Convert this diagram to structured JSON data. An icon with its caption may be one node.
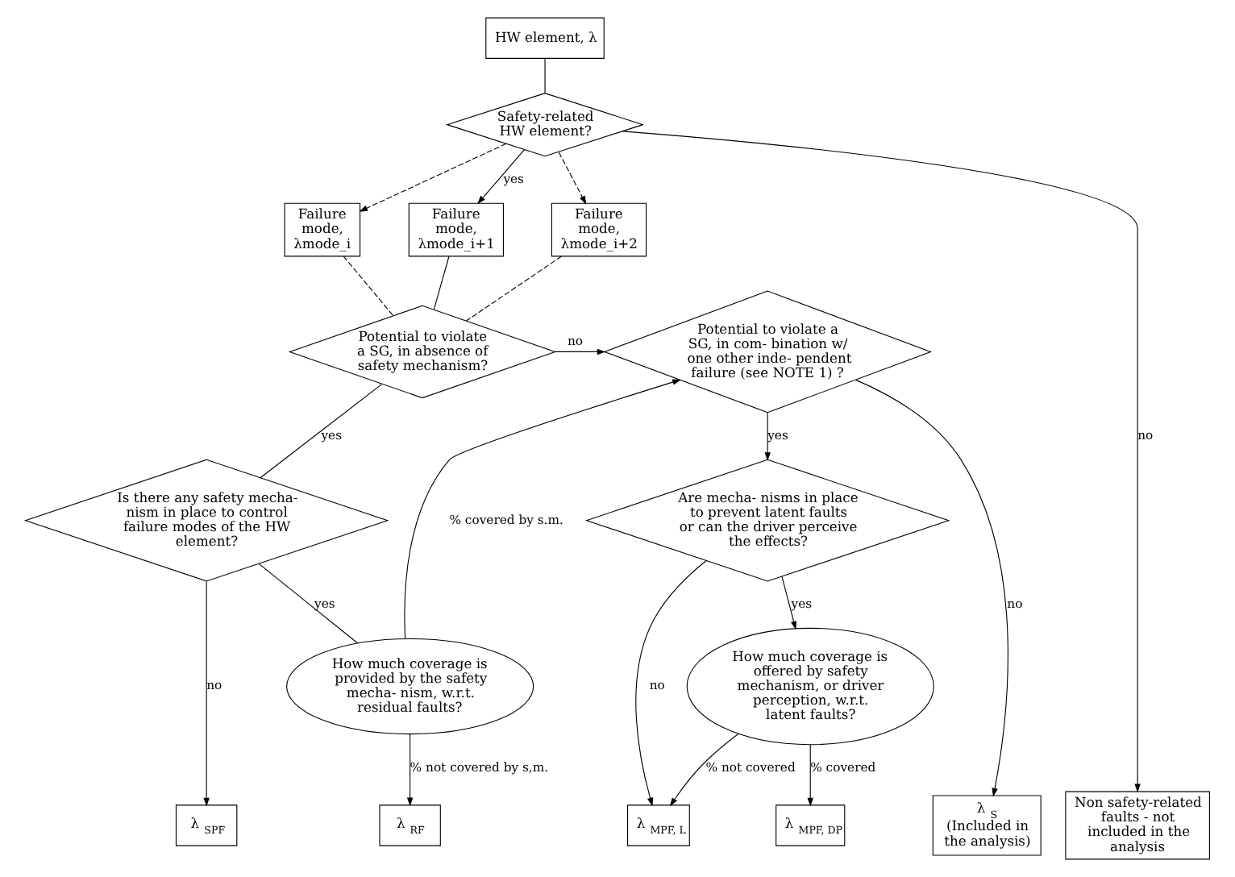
{
  "diagram": {
    "nodes": [
      {
        "text": [
          "HW element, λ"
        ]
      },
      {
        "text": [
          "Safety-related HW element?"
        ]
      },
      {
        "text": [
          "Failure mode, λmode_i"
        ]
      },
      {
        "text": [
          "Failure mode, λmode_i+1"
        ]
      },
      {
        "text": [
          "Failure mode, λmode_i+2"
        ]
      },
      {
        "text": [
          "Potential to violate a SG, in absence of safety mechanism?"
        ]
      },
      {
        "text": [
          "Potential to violate a SG, in com- bination w/ one other inde- pendent failure (see NOTE 1) ?"
        ]
      },
      {
        "text": [
          "Is there any safety mecha- nism in place to control failure modes of the HW element?"
        ]
      },
      {
        "text": [
          "Are mecha- nisms in place to prevent latent faults or can the driver perceive the effects?"
        ]
      },
      {
        "text": [
          "Non safety-related faults - not included in the analysis"
        ]
      },
      {
        "text": [
          "How much coverage is provided by the safety mecha- nism, w.r.t. residual faults?"
        ]
      },
      {
        "text": [
          "How much coverage is offered by safety mechanism, or driver perception, w.r.t. latent faults?"
        ]
      },
      {
        "text": [
          "λ $_{SPF}$"
        ]
      },
      {
        "text": [
          "λ $_{RF}$"
        ]
      },
      {
        "text": [
          "λ $_{MPF, L}$"
        ]
      },
      {
        "text": [
          "λ $_{MPF, DP}$"
        ]
      },
      {
        "text": [
          "λ $_{S}$",
          "(Included in the analysis)"
        ]
      }
    ],
    "edges": [
      {
        "from": 0,
        "to": 1,
        "arrow": "none"
      },
      {
        "from": 1,
        "to": 2,
        "arrow": "to",
        "style": "dashed"
      },
      {
        "from": 1,
        "to": 3,
        "arrow": "to",
        "label": "yes"
      },
      {
        "from": 1,
        "to": 4,
        "arrow": "to",
        "style": "dashed"
      },
      {
        "from": 2,
        "to": 5,
        "arrow": "none",
        "style": "dashed"
      },
      {
        "from": 3,
        "to": 5,
        "arrow": "none"
      },
      {
        "from": 4,
        "to": 5,
        "arrow": "none",
        "style": "dashed"
      },
      {
        "from": 1,
        "to": 9,
        "arrow": "to",
        "label": "no"
      },
      {
        "from": 5,
        "to": 6,
        "arrow": "to",
        "label": "no"
      },
      {
        "from": 5,
        "to": 7,
        "arrow": "none",
        "label": "yes"
      },
      {
        "from": 7,
        "to": 12,
        "arrow": "to",
        "label": "no"
      },
      {
        "from": 7,
        "to": 10,
        "arrow": "none",
        "label": "yes"
      },
      {
        "from": 10,
        "to": 6,
        "arrow": "to",
        "label": "% covered by s.m."
      },
      {
        "from": 10,
        "to": 13,
        "arrow": "to",
        "label": "% not covered by s,m."
      },
      {
        "from": 6,
        "to": 16,
        "arrow": "to",
        "label": "no"
      },
      {
        "from": 6,
        "to": 8,
        "arrow": "to",
        "label": "yes"
      },
      {
        "from": 8,
        "to": 14,
        "arrow": "to",
        "label": "no"
      },
      {
        "from": 8,
        "to": 11,
        "arrow": "to",
        "label": "yes"
      },
      {
        "from": 11,
        "to": 14,
        "arrow": "to",
        "label": "% not covered"
      },
      {
        "from": 11,
        "to": 15,
        "arrow": "to",
        "label": "% covered"
      }
    ]
  }
}
